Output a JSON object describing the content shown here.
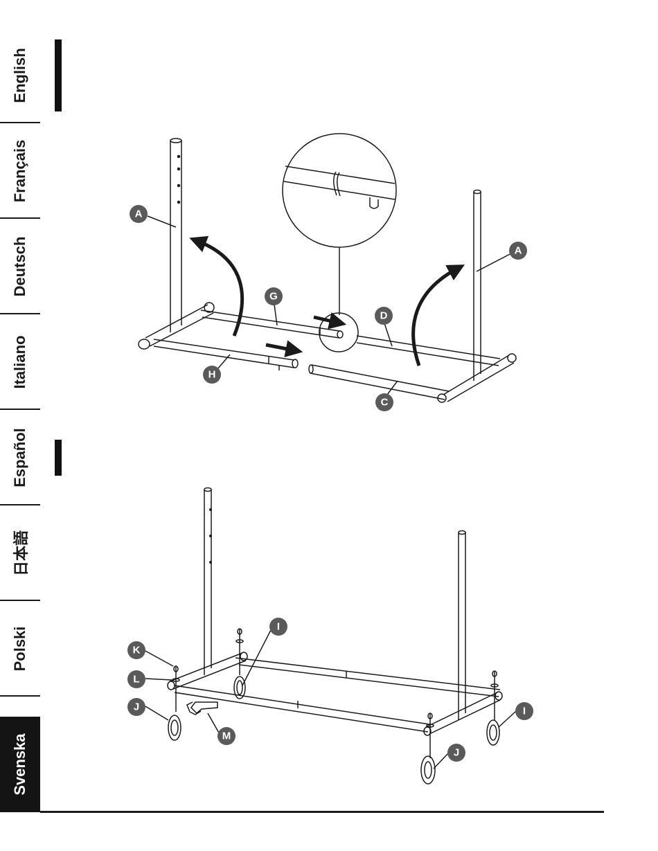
{
  "languages": [
    {
      "label": "English",
      "active": false
    },
    {
      "label": "Français",
      "active": false
    },
    {
      "label": "Deutsch",
      "active": false
    },
    {
      "label": "Italiano",
      "active": false
    },
    {
      "label": "Español",
      "active": false
    },
    {
      "label": "日本語",
      "active": false
    },
    {
      "label": "Polski",
      "active": false
    },
    {
      "label": "Svenska",
      "active": true
    }
  ],
  "step1": {
    "parts": {
      "a_left": "A",
      "a_right": "A",
      "g": "G",
      "d": "D",
      "h": "H",
      "c": "C"
    }
  },
  "step2": {
    "parts": {
      "i_top": "I",
      "i_right": "I",
      "k": "K",
      "l": "L",
      "j_left": "J",
      "j_right": "J",
      "m": "M"
    }
  },
  "colors": {
    "ink": "#1a1a1a",
    "badge": "#5a5a5a",
    "active_tab": "#141414"
  }
}
